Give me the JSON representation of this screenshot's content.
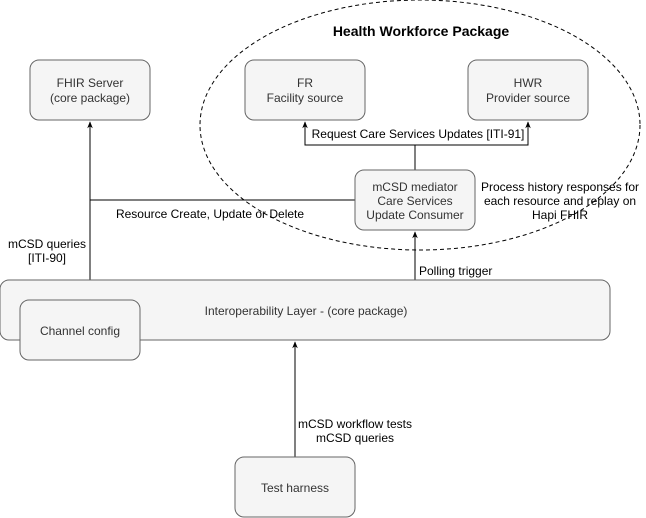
{
  "diagram": {
    "group": {
      "title": "Health Workforce Package"
    },
    "nodes": {
      "fhir_server": {
        "lines": [
          "FHIR Server",
          "(core package)"
        ]
      },
      "fr": {
        "lines": [
          "FR",
          "Facility source"
        ]
      },
      "hwr": {
        "lines": [
          "HWR",
          "Provider source"
        ]
      },
      "mcsd_mediator": {
        "lines": [
          "mCSD mediator",
          "Care Services",
          "Update Consumer"
        ]
      },
      "interop_layer": {
        "lines": [
          "Interoperability Layer - (core package)"
        ]
      },
      "channel_config": {
        "lines": [
          "Channel config"
        ]
      },
      "test_harness": {
        "lines": [
          "Test harness"
        ]
      }
    },
    "edges": {
      "request_updates": {
        "lines": [
          "Request Care Services Updates [ITI-91]"
        ]
      },
      "resource_cud": {
        "lines": [
          "Resource Create, Update or Delete"
        ]
      },
      "process_history": {
        "lines": [
          "Process history responses for",
          "each resource and replay on",
          "Hapi FHIR"
        ]
      },
      "mcsd_queries": {
        "lines": [
          "mCSD queries",
          "[ITI-90]"
        ]
      },
      "polling_trigger": {
        "lines": [
          "Polling trigger"
        ]
      },
      "workflow_tests": {
        "lines": [
          "mCSD workflow tests",
          "mCSD queries"
        ]
      }
    }
  },
  "colors": {
    "node_fill": "#f5f5f5",
    "node_stroke": "#666666",
    "node_text": "#333333",
    "line": "#000000",
    "background": "#ffffff"
  }
}
